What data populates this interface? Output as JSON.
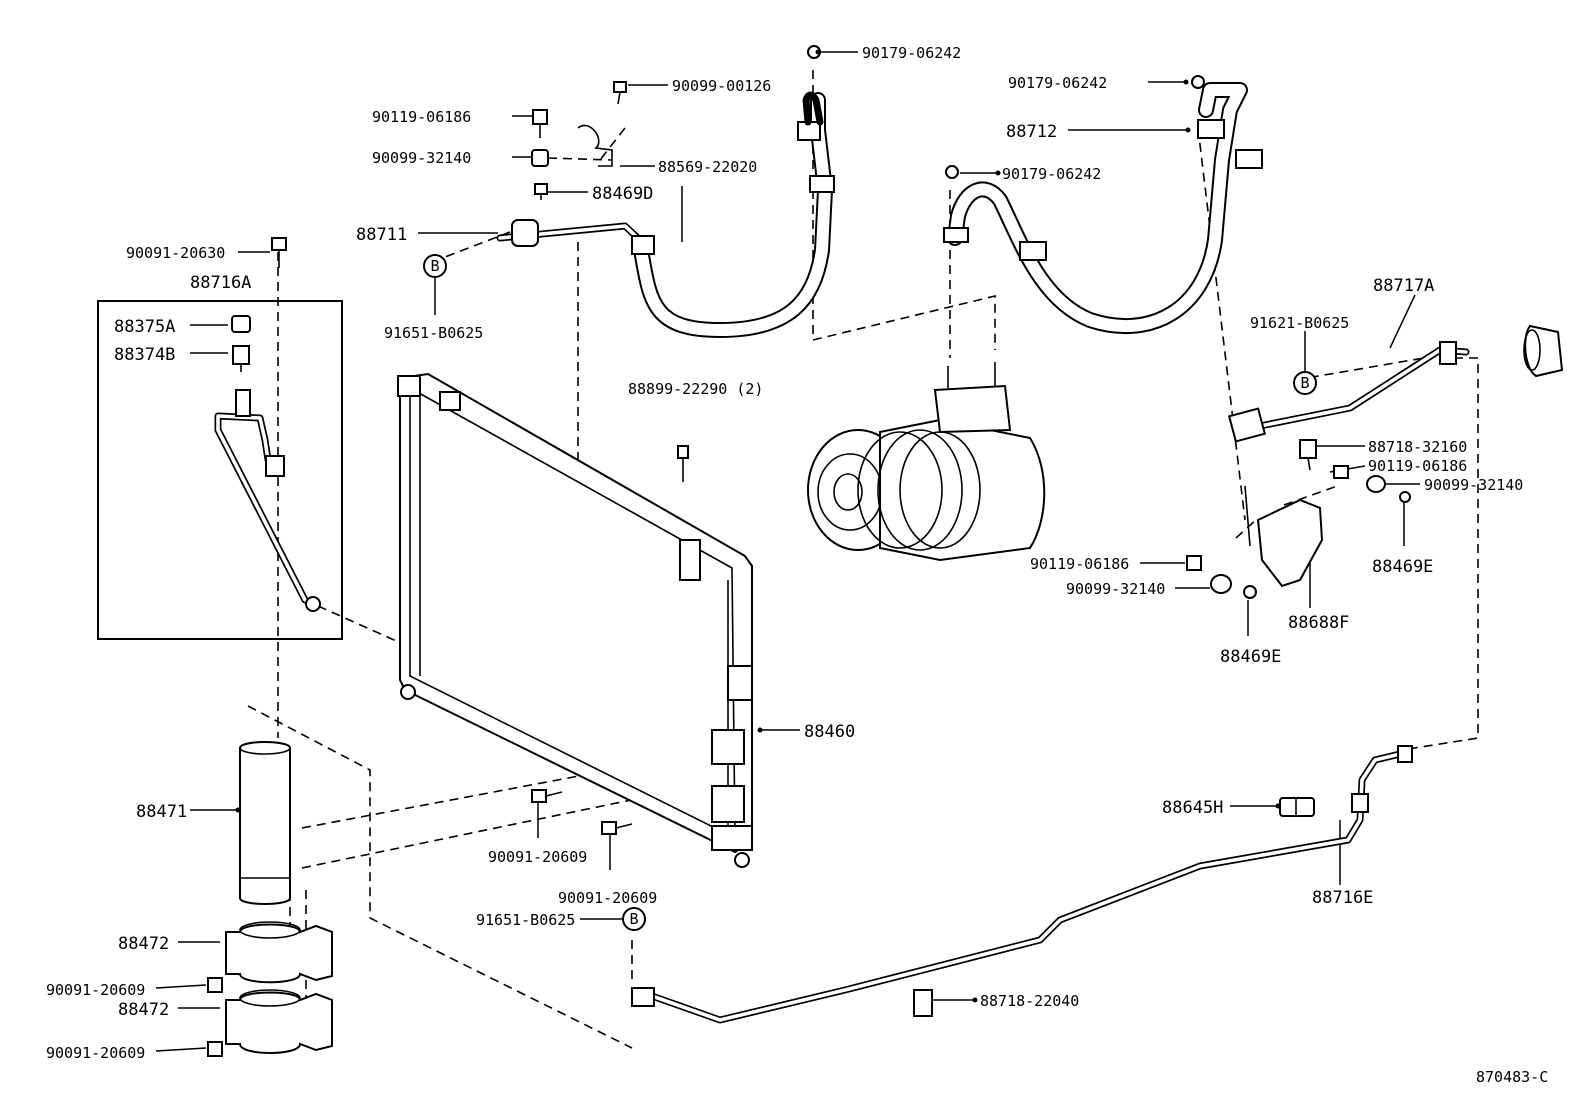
{
  "diagram_id": "870483-C",
  "callouts": {
    "p90179_06242_top": "90179-06242",
    "p90099_00126": "90099-00126",
    "p90119_06186_top": "90119-06186",
    "p90099_32140_top": "90099-32140",
    "p88569_22020": "88569-22020",
    "p88469D": "88469D",
    "p88711": "88711",
    "b_top": "B",
    "p91651_B0625_top": "91651-B0625",
    "p90091_20630": "90091-20630",
    "p88716A": "88716A",
    "p88375A": "88375A",
    "p88374B": "88374B",
    "p88899_22290": "88899-22290 (2)",
    "p90179_06242_right": "90179-06242",
    "p88712": "88712",
    "p90179_06242_mid": "90179-06242",
    "p91621_B0625": "91621-B0625",
    "b_right": "B",
    "p88717A": "88717A",
    "p88718_32160": "88718-32160",
    "p90119_06186_right": "90119-06186",
    "p90099_32140_right": "90099-32140",
    "p88469E_right": "88469E",
    "p90119_06186_mid": "90119-06186",
    "p90099_32140_mid": "90099-32140",
    "p88469E_mid": "88469E",
    "p88688F": "88688F",
    "p88460": "88460",
    "p88471": "88471",
    "p90091_20609_a": "90091-20609",
    "p90091_20609_b": "90091-20609",
    "p91651_B0625_bottom": "91651-B0625",
    "b_bottom": "B",
    "p88472_a": "88472",
    "p88472_b": "88472",
    "p90091_20609_c": "90091-20609",
    "p90091_20609_d": "90091-20609",
    "p88645H": "88645H",
    "p88716E": "88716E",
    "p88718_22040": "88718-22040"
  }
}
